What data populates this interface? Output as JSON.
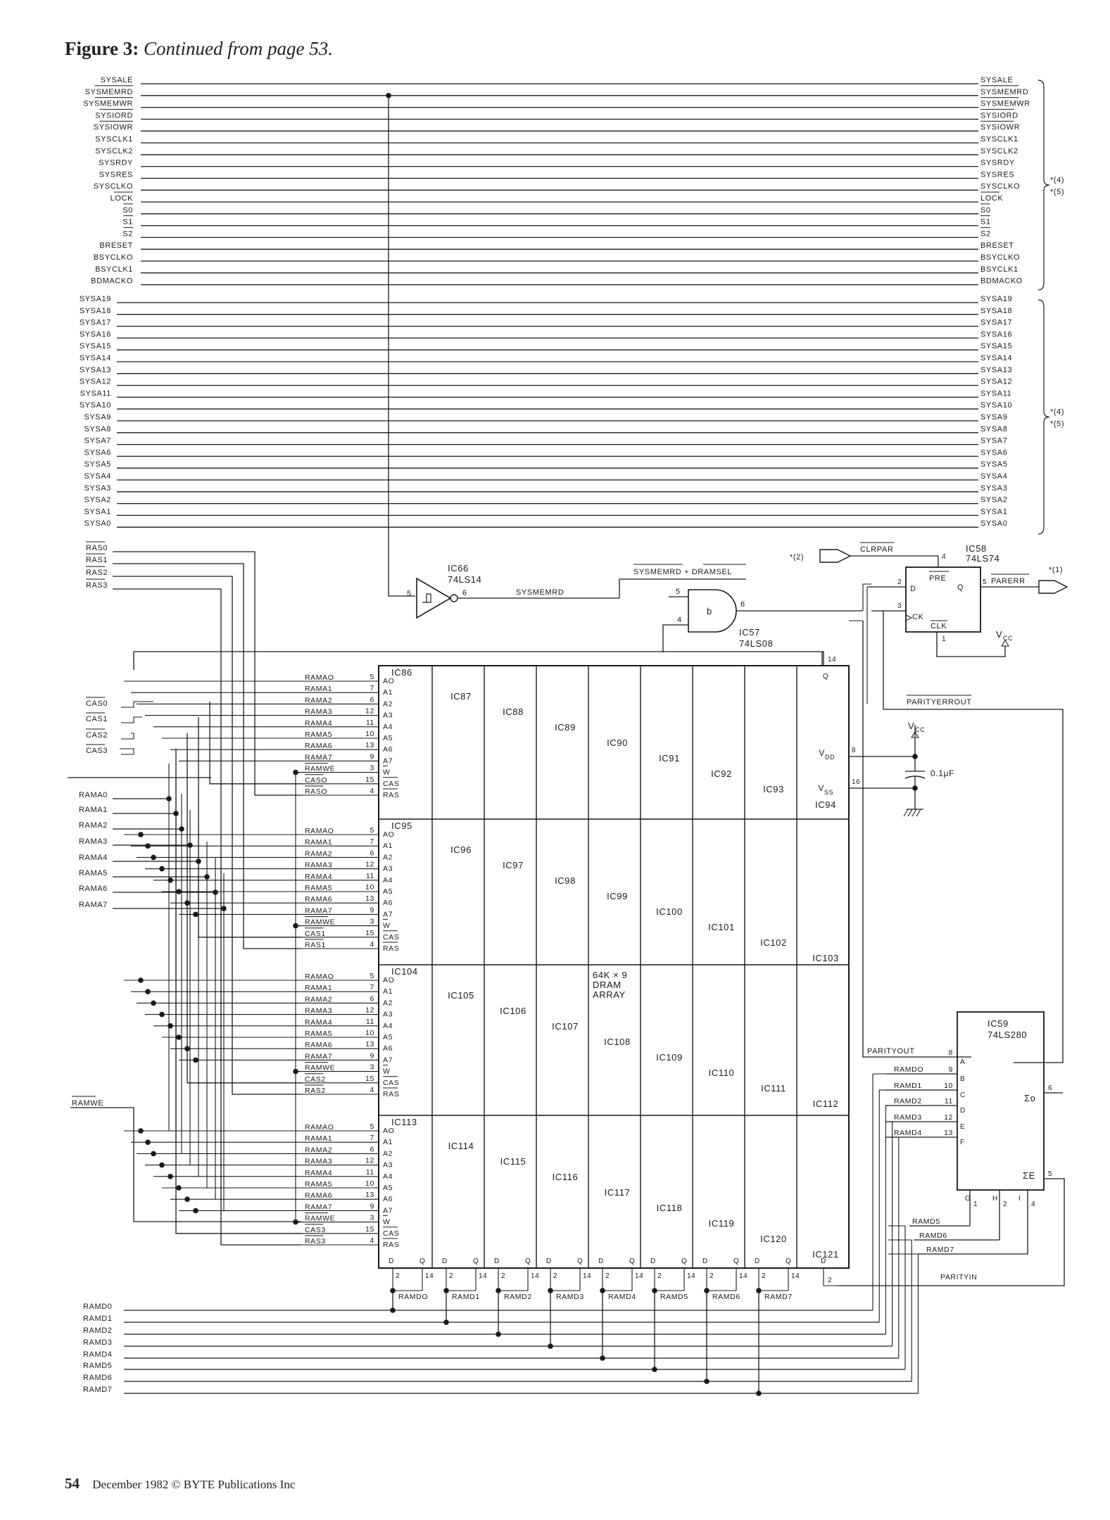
{
  "figure": {
    "label": "Figure 3:",
    "caption": "Continued from page 53."
  },
  "footer": {
    "page": "54",
    "text": "December 1982 © BYTE Publications Inc"
  },
  "bus_control": [
    {
      "name": "SYSALE",
      "bar": false
    },
    {
      "name": "SYSMEMRD",
      "bar": true
    },
    {
      "name": "SYSMEMWR",
      "bar": true
    },
    {
      "name": "SYSIORD",
      "bar": true
    },
    {
      "name": "SYSIOWR",
      "bar": true
    },
    {
      "name": "SYSCLK1",
      "bar": false
    },
    {
      "name": "SYSCLK2",
      "bar": false
    },
    {
      "name": "SYSRDY",
      "bar": false
    },
    {
      "name": "SYSRES",
      "bar": false
    },
    {
      "name": "SYSCLKO",
      "bar": false
    },
    {
      "name": "LOCK",
      "bar": true
    },
    {
      "name": "S0",
      "bar": true
    },
    {
      "name": "S1",
      "bar": true
    },
    {
      "name": "S2",
      "bar": true
    },
    {
      "name": "BRESET",
      "bar": false
    },
    {
      "name": "BSYCLKO",
      "bar": false
    },
    {
      "name": "BSYCLK1",
      "bar": false
    },
    {
      "name": "BDMACKO",
      "bar": false
    }
  ],
  "bus_address": [
    "SYSA19",
    "SYSA18",
    "SYSA17",
    "SYSA16",
    "SYSA15",
    "SYSA14",
    "SYSA13",
    "SYSA12",
    "SYSA11",
    "SYSA10",
    "SYSA9",
    "SYSA8",
    "SYSA7",
    "SYSA6",
    "SYSA5",
    "SYSA4",
    "SYSA3",
    "SYSA2",
    "SYSA1",
    "SYSA0"
  ],
  "bus_notes": [
    "*(4)",
    "*(5)"
  ],
  "ras_signals": [
    "RAS0",
    "RAS1",
    "RAS2",
    "RAS3"
  ],
  "cas_signals": [
    "CAS0",
    "CAS1",
    "CAS2",
    "CAS3"
  ],
  "rama_inputs": [
    "RAMA0",
    "RAMA1",
    "RAMA2",
    "RAMA3",
    "RAMA4",
    "RAMA5",
    "RAMA6",
    "RAMA7"
  ],
  "ramd_bus": [
    "RAMD0",
    "RAMD1",
    "RAMD2",
    "RAMD3",
    "RAMD4",
    "RAMD5",
    "RAMD6",
    "RAMD7"
  ],
  "ramd_short": [
    "RAMDO",
    "RAMD1",
    "RAMD2",
    "RAMD3",
    "RAMD4",
    "RAMD5",
    "RAMD6",
    "RAMD7"
  ],
  "ramwe_label": "RAMWE",
  "row_pin_labels": [
    "RAMAO",
    "RAMA1",
    "RAMA2",
    "RAMA3",
    "RAMA4",
    "RAMA5",
    "RAMA6",
    "RAMA7",
    "RAMWE"
  ],
  "row_pin_numbers": [
    "5",
    "7",
    "6",
    "12",
    "11",
    "10",
    "13",
    "9",
    "3",
    "15",
    "4"
  ],
  "chip_pin_names": [
    "AO",
    "A1",
    "A2",
    "A3",
    "A4",
    "A5",
    "A6",
    "A7",
    "W",
    "CAS",
    "RAS"
  ],
  "dram_rows": [
    {
      "cas": "CASO",
      "ras": "RASO",
      "chips": [
        "IC86",
        "IC87",
        "IC88",
        "IC89",
        "IC90",
        "IC91",
        "IC92",
        "IC93",
        "IC94"
      ]
    },
    {
      "cas": "CAS1",
      "ras": "RAS1",
      "chips": [
        "IC95",
        "IC96",
        "IC97",
        "IC98",
        "IC99",
        "IC100",
        "IC101",
        "IC102",
        "IC103"
      ]
    },
    {
      "cas": "CAS2",
      "ras": "RAS2",
      "chips": [
        "IC104",
        "IC105",
        "IC106",
        "IC107",
        "IC108",
        "IC109",
        "IC110",
        "IC111",
        "IC112"
      ]
    },
    {
      "cas": "CAS3",
      "ras": "RAS3",
      "chips": [
        "IC113",
        "IC114",
        "IC115",
        "IC116",
        "IC117",
        "IC118",
        "IC119",
        "IC120",
        "IC121"
      ]
    }
  ],
  "array_label": [
    "64K × 9",
    "DRAM",
    "ARRAY"
  ],
  "bottom_pins": {
    "d": "D",
    "q": "Q",
    "p2": "2",
    "p14": "14"
  },
  "ic66": {
    "name": "IC66",
    "part": "74LS14",
    "pin_in": "5",
    "pin_out": "6",
    "out_signal": "SYSMEMRD"
  },
  "ic57": {
    "name": "IC57",
    "part": "74LS08",
    "gate": "b",
    "pin_a": "5",
    "pin_b": "4",
    "pin_out": "6",
    "input_label": "SYSMEMRD + DRAMSEL"
  },
  "ic58": {
    "name": "IC58",
    "part": "74LS74",
    "pre": "PRE",
    "d": "D",
    "ck": "CK",
    "clk": "CLK",
    "q": "Q",
    "pin_pre": "4",
    "pin_d": "2",
    "pin_ck": "3",
    "pin_clk": "1",
    "pin_q": "5"
  },
  "clrpar": {
    "label": "CLRPAR",
    "note": "*(2)"
  },
  "parerr": {
    "label": "PARERR",
    "note": "*(1)"
  },
  "vcc": "VCC",
  "power": {
    "vdd": "VDD",
    "vss": "VSS",
    "pin_vdd": "8",
    "pin_vss": "16",
    "cap": "0.1μF",
    "q_pin": "14",
    "q": "Q"
  },
  "parity": {
    "out": "PARITYERROUT",
    "parityout": "PARITYOUT",
    "parityin": "PARITYIN"
  },
  "ic59": {
    "name": "IC59",
    "part": "74LS280",
    "inputs": [
      "A",
      "B",
      "C",
      "D",
      "E",
      "F",
      "G",
      "H",
      "I"
    ],
    "pins": [
      "8",
      "9",
      "10",
      "11",
      "12",
      "13",
      "1",
      "2",
      "4"
    ],
    "sum_o": "Σo",
    "sum_e": "ΣE",
    "pin_o": "6",
    "pin_e": "5",
    "in_labels": [
      "PARITYOUT",
      "RAMDO",
      "RAMD1",
      "RAMD2",
      "RAMD3",
      "RAMD4"
    ],
    "low_labels": [
      "RAMD5",
      "RAMD6",
      "RAMD7"
    ]
  }
}
